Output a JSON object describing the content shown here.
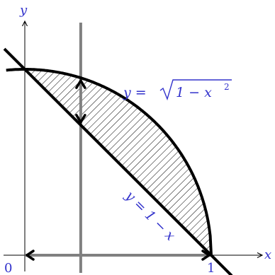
{
  "labels": {
    "x_axis": "x",
    "y_axis": "y",
    "origin": "0",
    "one_x": "1",
    "curve_eq_prefix": "y = ",
    "curve_eq_radicand": "1 − x",
    "curve_eq_exp": "2",
    "line_eq": "y = 1 − x"
  },
  "colors": {
    "ink": "#000000",
    "label_blue": "#3333cc",
    "strip_gray": "#808080"
  },
  "chart_data": {
    "type": "region",
    "curves": [
      {
        "expr": "sqrt(1 - x^2)",
        "x_range": [
          0,
          1
        ]
      },
      {
        "expr": "1 - x",
        "x_range": [
          0,
          1
        ]
      }
    ],
    "shaded_region": {
      "between": [
        "1 - x",
        "sqrt(1 - x^2)"
      ],
      "x_range": [
        0,
        1
      ],
      "pattern": "hatched"
    },
    "vertical_strip_x": 0.3,
    "axis_ticks": {
      "x": [
        "0",
        "1"
      ]
    }
  }
}
